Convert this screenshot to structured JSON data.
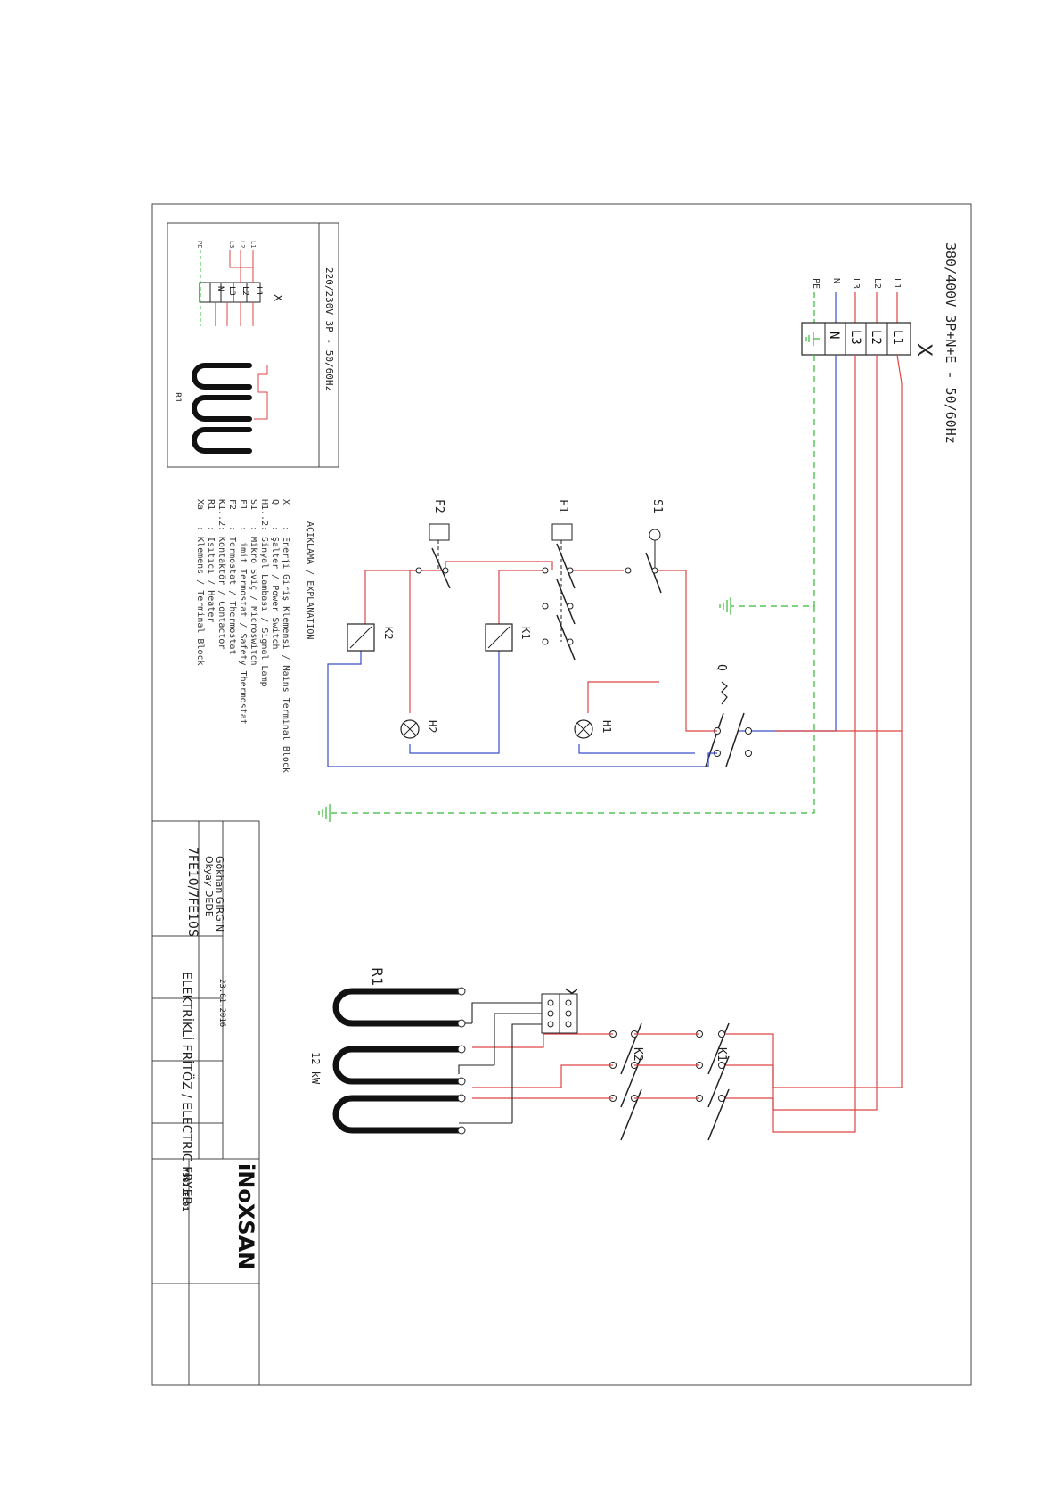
{
  "supply": {
    "title": "380/400V 3P+N+E - 50/60Hz",
    "terminal_label": "X",
    "wire_labels": [
      "L1",
      "L2",
      "L3",
      "N",
      "PE"
    ],
    "terminals": [
      "L1",
      "L2",
      "L3",
      "N"
    ]
  },
  "alt_supply": {
    "title": "220/230V 3P - 50/60Hz",
    "terminal_label": "X",
    "wire_labels": [
      "L1",
      "L2",
      "L3",
      "PE"
    ],
    "terminals": [
      "L1",
      "L2",
      "L3",
      "N"
    ],
    "heater_label": "R1"
  },
  "components": {
    "q": "Q",
    "s1": "S1",
    "f1": "F1",
    "f2": "F2",
    "k1": "K1",
    "k2": "K2",
    "h1": "H1",
    "h2": "H2",
    "r1": "R1",
    "xa": "Xa",
    "power": "12 kW"
  },
  "legend": {
    "title": "AÇIKLAMA / EXPLANATION",
    "items": [
      {
        "code": "X",
        "text": ": Enerji Giriş Klemensi / Mains Terminal Block"
      },
      {
        "code": "Q",
        "text": ": Şalter / Power Switch"
      },
      {
        "code": "H1..2",
        "text": ": Sinyal Lambası / Signal Lamp"
      },
      {
        "code": "S1",
        "text": ": Mikro Sviç / Microswitch"
      },
      {
        "code": "F1",
        "text": ": Limit Termostat / Safety Thermostat"
      },
      {
        "code": "F2",
        "text": ": Termostat / Thermostat"
      },
      {
        "code": "K1..2",
        "text": ": Kontaktör / Contactor"
      },
      {
        "code": "R1",
        "text": ": Isıtıcı / Heater"
      },
      {
        "code": "Xa",
        "text": ": Klemens / Terminal Block"
      }
    ]
  },
  "title_block": {
    "drawn": "Gökhan GİRGİN",
    "checked": "Okyay DEDE",
    "model": "7FE10/7FE10S",
    "title": "ELEKTRİKLİ FRİTÖZ / ELECTRIC FRYER",
    "date": "23.01.2016",
    "company": "iNoXSAN",
    "drawing_no": "Y502.EL01"
  }
}
